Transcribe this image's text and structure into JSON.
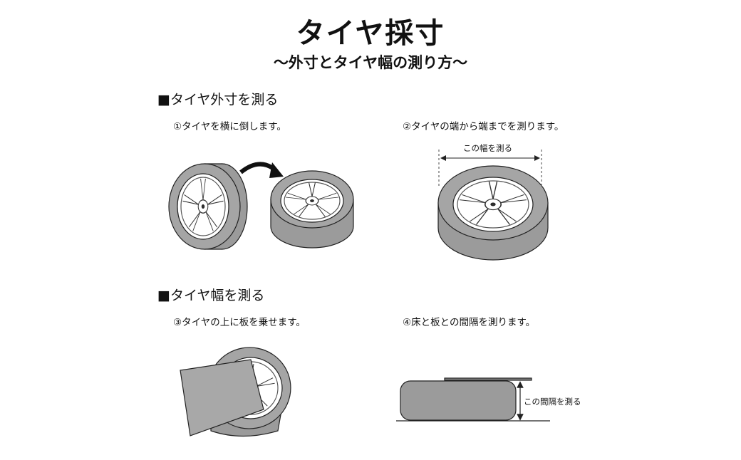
{
  "title": "タイヤ採寸",
  "subtitle": "〜外寸とタイヤ幅の測り方〜",
  "sections": [
    {
      "heading": "■タイヤ外寸を測る",
      "steps": [
        "①タイヤを横に倒します。",
        "②タイヤの端から端までを測ります。"
      ],
      "label": "この幅を測る"
    },
    {
      "heading": "■タイヤ幅を測る",
      "steps": [
        "③タイヤの上に板を乗せます。",
        "④床と板との間隔を測ります。"
      ],
      "label": "この間隔を測る"
    }
  ],
  "colors": {
    "tire": "#9b9b9b",
    "board": "#a8a8a8",
    "outline": "#222222"
  }
}
